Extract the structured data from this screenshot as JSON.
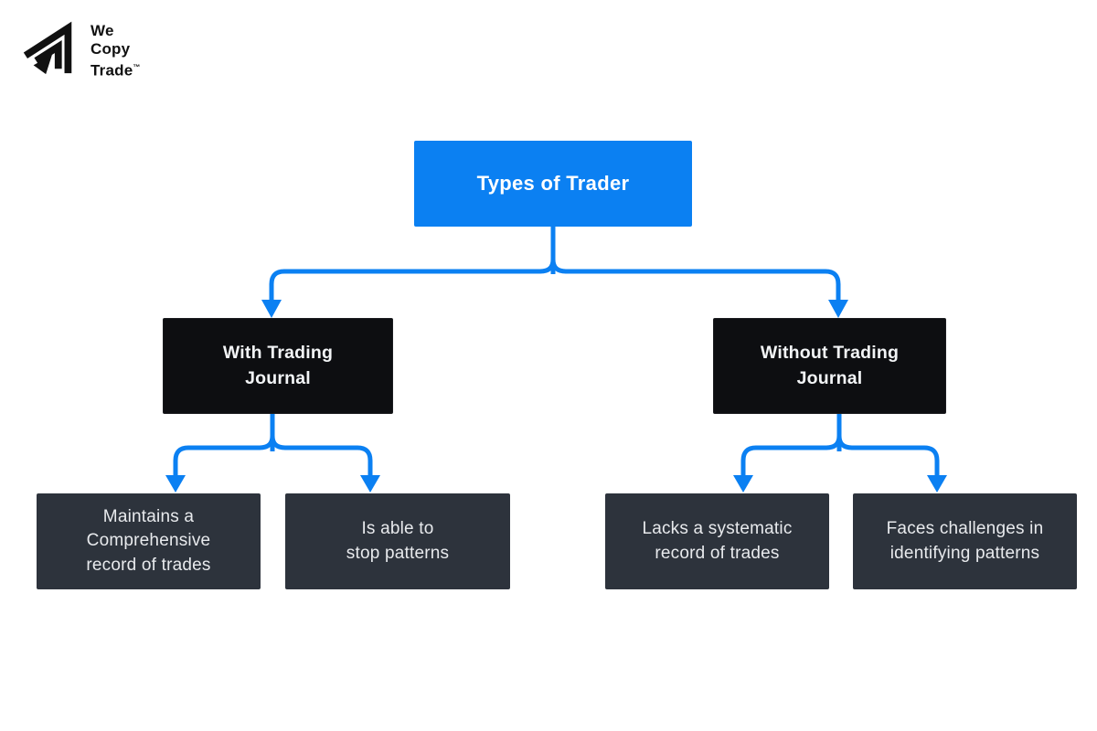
{
  "colors": {
    "accent": "#0b80f2",
    "node_dark": "#0d0e11",
    "node_slate": "#2d333c",
    "text_on_dark": "#f2f4f6",
    "canvas_bg": "#ffffff",
    "logo_ink": "#111111"
  },
  "logo": {
    "brand_lines": [
      "We",
      "Copy",
      "Trade"
    ],
    "trademark": "™"
  },
  "diagram": {
    "root": {
      "label": "Types of Trader"
    },
    "level2": [
      {
        "label": "With Trading\nJournal"
      },
      {
        "label": "Without Trading\nJournal"
      }
    ],
    "level3": [
      {
        "label": "Maintains a\nComprehensive\nrecord of trades"
      },
      {
        "label": "Is able to\nstop patterns"
      },
      {
        "label": "Lacks a systematic\nrecord of trades"
      },
      {
        "label": "Faces challenges in\nidentifying patterns"
      }
    ]
  }
}
